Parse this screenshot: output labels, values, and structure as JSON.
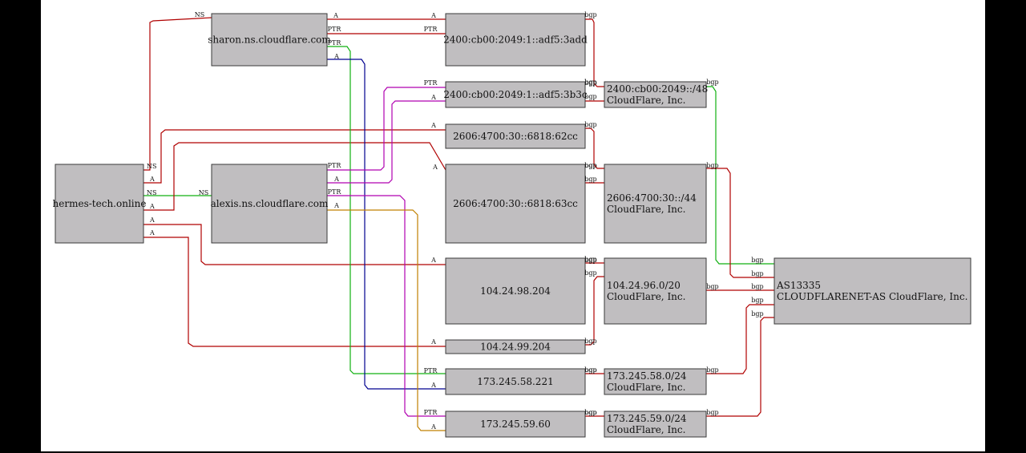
{
  "colors": {
    "red": "#b00000",
    "green": "#10b010",
    "navy": "#000090",
    "magenta": "#b000b0",
    "orange": "#c08000",
    "node_fill": "#c0bec0",
    "background": "#ffffff"
  },
  "nodes": [
    {
      "id": "hermes",
      "lines": [
        "hermes-tech.online"
      ]
    },
    {
      "id": "sharon",
      "lines": [
        "sharon.ns.cloudflare.com"
      ]
    },
    {
      "id": "alexis",
      "lines": [
        "alexis.ns.cloudflare.com"
      ]
    },
    {
      "id": "ip6a",
      "lines": [
        "2400:cb00:2049:1::adf5:3add"
      ]
    },
    {
      "id": "ip6b",
      "lines": [
        "2400:cb00:2049:1::adf5:3b3c"
      ]
    },
    {
      "id": "ip6c",
      "lines": [
        "2606:4700:30::6818:62cc"
      ]
    },
    {
      "id": "ip6d",
      "lines": [
        "2606:4700:30::6818:63cc"
      ]
    },
    {
      "id": "ip4a",
      "lines": [
        "104.24.98.204"
      ]
    },
    {
      "id": "ip4b",
      "lines": [
        "104.24.99.204"
      ]
    },
    {
      "id": "ip4c",
      "lines": [
        "173.245.58.221"
      ]
    },
    {
      "id": "ip4d",
      "lines": [
        "173.245.59.60"
      ]
    },
    {
      "id": "net1",
      "lines": [
        "2400:cb00:2049::/48",
        "CloudFlare, Inc."
      ]
    },
    {
      "id": "net2",
      "lines": [
        "2606:4700:30::/44",
        "CloudFlare, Inc."
      ]
    },
    {
      "id": "net3",
      "lines": [
        "104.24.96.0/20",
        "CloudFlare, Inc."
      ]
    },
    {
      "id": "net4",
      "lines": [
        "173.245.58.0/24",
        "CloudFlare, Inc."
      ]
    },
    {
      "id": "net5",
      "lines": [
        "173.245.59.0/24",
        "CloudFlare, Inc."
      ]
    },
    {
      "id": "asn",
      "lines": [
        "AS13335",
        "CLOUDFLARENET-AS CloudFlare, Inc."
      ]
    }
  ],
  "edges": [
    {
      "id": "hermes-sharon-ns",
      "from": "hermes",
      "to": "sharon",
      "label": "NS",
      "color": "red"
    },
    {
      "id": "hermes-alexis-ns",
      "from": "hermes",
      "to": "alexis",
      "label": "NS",
      "color": "green"
    },
    {
      "id": "hermes-ip6c-a",
      "from": "hermes",
      "to": "ip6c",
      "label": "A",
      "color": "red"
    },
    {
      "id": "hermes-ip6d-a",
      "from": "hermes",
      "to": "ip6d",
      "label": "A",
      "color": "red"
    },
    {
      "id": "hermes-ip4a-a",
      "from": "hermes",
      "to": "ip4a",
      "label": "A",
      "color": "red"
    },
    {
      "id": "hermes-ip4b-a",
      "from": "hermes",
      "to": "ip4b",
      "label": "A",
      "color": "red"
    },
    {
      "id": "sharon-ip6a-a",
      "from": "sharon",
      "to": "ip6a",
      "label": "A",
      "color": "red"
    },
    {
      "id": "sharon-ip6a-ptr",
      "from": "sharon",
      "to": "ip6a",
      "label": "PTR",
      "color": "red"
    },
    {
      "id": "sharon-ip4c-ptr",
      "from": "sharon",
      "to": "ip4c",
      "label": "PTR",
      "color": "green"
    },
    {
      "id": "sharon-ip4c-a",
      "from": "sharon",
      "to": "ip4c",
      "label": "A",
      "color": "navy"
    },
    {
      "id": "alexis-ip6b-ptr",
      "from": "alexis",
      "to": "ip6b",
      "label": "PTR",
      "color": "magenta"
    },
    {
      "id": "alexis-ip6b-a",
      "from": "alexis",
      "to": "ip6b",
      "label": "A",
      "color": "magenta"
    },
    {
      "id": "alexis-ip4d-ptr",
      "from": "alexis",
      "to": "ip4d",
      "label": "PTR",
      "color": "magenta"
    },
    {
      "id": "alexis-ip4d-a",
      "from": "alexis",
      "to": "ip4d",
      "label": "A",
      "color": "orange"
    },
    {
      "id": "ip6a-net1-bgp",
      "from": "ip6a",
      "to": "net1",
      "label": "bgp",
      "color": "red"
    },
    {
      "id": "ip6b-net1-bgp",
      "from": "ip6b",
      "to": "net1",
      "label": "bgp",
      "color": "red"
    },
    {
      "id": "ip6c-net2-bgp",
      "from": "ip6c",
      "to": "net2",
      "label": "bgp",
      "color": "red"
    },
    {
      "id": "ip6d-net2-bgp",
      "from": "ip6d",
      "to": "net2",
      "label": "bgp",
      "color": "red"
    },
    {
      "id": "ip4a-net3-bgp",
      "from": "ip4a",
      "to": "net3",
      "label": "bgp",
      "color": "red"
    },
    {
      "id": "ip4b-net3-bgp",
      "from": "ip4b",
      "to": "net3",
      "label": "bgp",
      "color": "red"
    },
    {
      "id": "ip4c-net4-bgp",
      "from": "ip4c",
      "to": "net4",
      "label": "bgp",
      "color": "red"
    },
    {
      "id": "ip4d-net5-bgp",
      "from": "ip4d",
      "to": "net5",
      "label": "bgp",
      "color": "red"
    },
    {
      "id": "net1-asn-bgp",
      "from": "net1",
      "to": "asn",
      "label": "bgp",
      "color": "green"
    },
    {
      "id": "net2-asn-bgp",
      "from": "net2",
      "to": "asn",
      "label": "bgp",
      "color": "red"
    },
    {
      "id": "net3-asn-bgp",
      "from": "net3",
      "to": "asn",
      "label": "bgp",
      "color": "red"
    },
    {
      "id": "net4-asn-bgp",
      "from": "net4",
      "to": "asn",
      "label": "bgp",
      "color": "red"
    },
    {
      "id": "net5-asn-bgp",
      "from": "net5",
      "to": "asn",
      "label": "bgp",
      "color": "red"
    }
  ]
}
